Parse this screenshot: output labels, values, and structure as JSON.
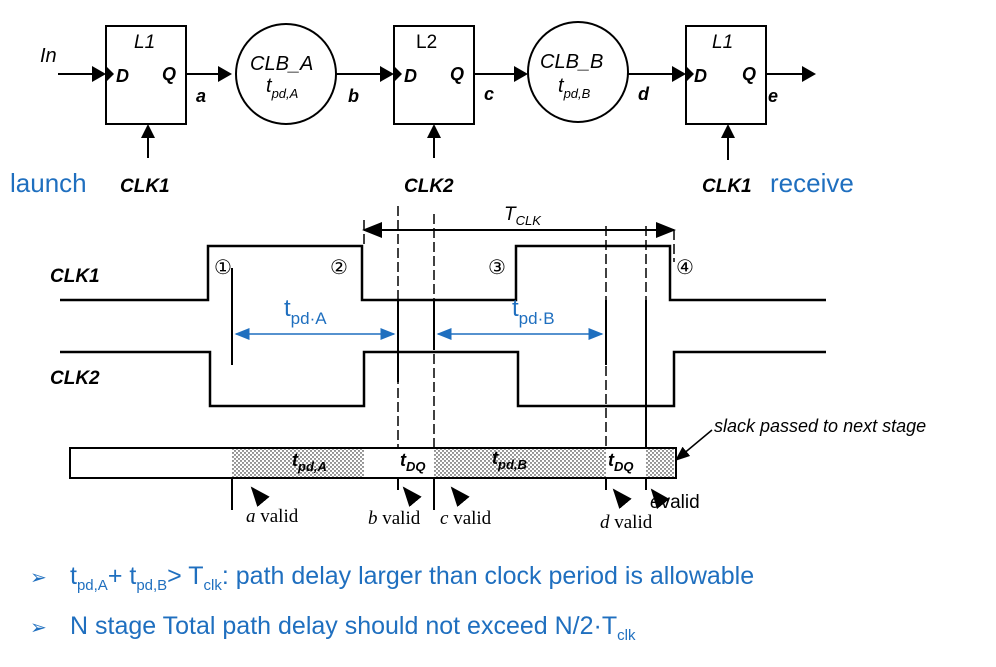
{
  "circuit": {
    "input_label": "In",
    "latches": [
      {
        "name": "L1",
        "d": "D",
        "q": "Q",
        "clock": "CLK1"
      },
      {
        "name": "L2",
        "d": "D",
        "q": "Q",
        "clock": "CLK2"
      },
      {
        "name": "L1",
        "d": "D",
        "q": "Q",
        "clock": "CLK1"
      }
    ],
    "clbs": [
      {
        "name": "CLB_A",
        "delay": "t",
        "delay_sub": "pd,A"
      },
      {
        "name": "CLB_B",
        "delay": "t",
        "delay_sub": "pd,B"
      }
    ],
    "nets": [
      "a",
      "b",
      "c",
      "d",
      "e"
    ],
    "launch_label": "launch",
    "receive_label": "receive"
  },
  "timing": {
    "period": "T",
    "period_sub": "CLK",
    "signals": [
      "CLK1",
      "CLK2"
    ],
    "markers": [
      "①",
      "②",
      "③",
      "④"
    ],
    "tpd_a": {
      "main": "t",
      "sub": "pd",
      "sep": "·",
      "tail": "A"
    },
    "tpd_b": {
      "main": "t",
      "sub": "pd",
      "sep": "·",
      "tail": "B"
    },
    "bar_labels": {
      "tpd_a": "t",
      "tpd_a_sub": "pd,A",
      "tdq1": "t",
      "tdq1_sub": "DQ",
      "tpd_b": "t",
      "tpd_b_sub": "pd,B",
      "tdq2": "t",
      "tdq2_sub": "DQ"
    },
    "slack_label": "slack passed to next stage",
    "valid_labels": [
      {
        "net": "a",
        "text": "valid"
      },
      {
        "net": "b",
        "text": "valid"
      },
      {
        "net": "c",
        "text": "valid"
      },
      {
        "net": "d",
        "text": "valid"
      },
      {
        "net": "e",
        "text": "valid"
      }
    ]
  },
  "bullets": [
    {
      "parts": [
        "t",
        "pd,A",
        "+ t",
        "pd,B",
        "> T",
        "clk",
        ": path delay larger than clock period is allowable"
      ]
    },
    {
      "parts": [
        "N stage Total path delay should not exceed N/2·T",
        "clk"
      ]
    }
  ],
  "colors": {
    "accent": "#1f6fbf",
    "line": "#000000"
  }
}
